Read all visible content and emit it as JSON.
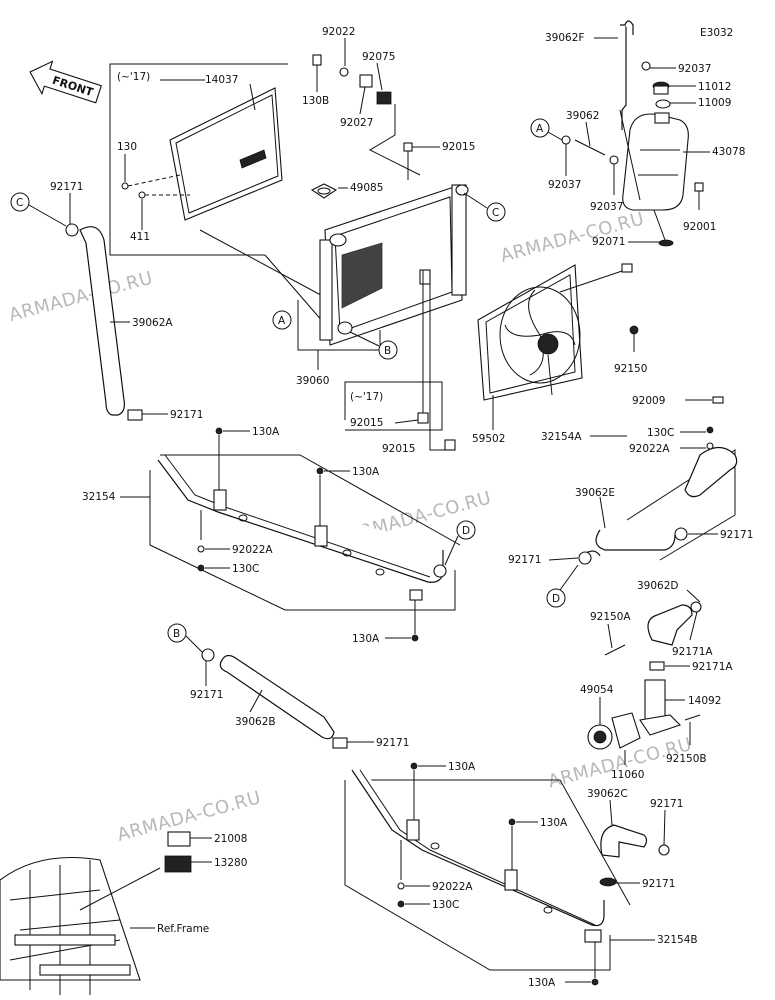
{
  "diagram_code": "E3032",
  "front_label": "FRONT",
  "variant_note": "(~'17)",
  "ref_frame": "Ref.Frame",
  "watermark": "ARMADA-CO.RU",
  "labels": {
    "p39062F": "39062F",
    "p92037a": "92037",
    "p11012": "11012",
    "p11009": "11009",
    "p39062": "39062",
    "p43078": "43078",
    "p92037b": "92037",
    "p92037c": "92037",
    "p92001": "92001",
    "p92071": "92071",
    "p92022": "92022",
    "p92075": "92075",
    "p130B": "130B",
    "p92027": "92027",
    "p92015a": "92015",
    "p49085": "49085",
    "p14037": "14037",
    "p130": "130",
    "p411": "411",
    "p92171a": "92171",
    "p39062A": "39062A",
    "p39060": "39060",
    "p92015b": "92015",
    "p92015c": "92015",
    "p59502": "59502",
    "p92150": "92150",
    "p92009": "92009",
    "p32154A": "32154A",
    "p130Ca": "130C",
    "p92022Aa": "92022A",
    "p39062E": "39062E",
    "p92171b": "92171",
    "p92171c": "92171",
    "p92171d": "92171",
    "p130Aa": "130A",
    "p130Ab": "130A",
    "p32154": "32154",
    "p92022Ab": "92022A",
    "p130Cb": "130C",
    "p130Ac": "130A",
    "p39062D": "39062D",
    "p92150A": "92150A",
    "p92171A1": "92171A",
    "p92171A2": "92171A",
    "p49054": "49054",
    "p14092": "14092",
    "p11060": "11060",
    "p92150B": "92150B",
    "p92171e": "92171",
    "p39062B": "39062B",
    "p92171f": "92171",
    "p130Ad": "130A",
    "p130Ae": "130A",
    "p39062C": "39062C",
    "p92171g": "92171",
    "p21008": "21008",
    "p13280": "13280",
    "p92171h": "92171",
    "p92022Ac": "92022A",
    "p130Cc": "130C",
    "p32154B": "32154B",
    "p130Af": "130A"
  },
  "refs": {
    "A1": "A",
    "A2": "A",
    "B1": "B",
    "B2": "B",
    "C1": "C",
    "C2": "C",
    "D1": "D",
    "D2": "D"
  }
}
